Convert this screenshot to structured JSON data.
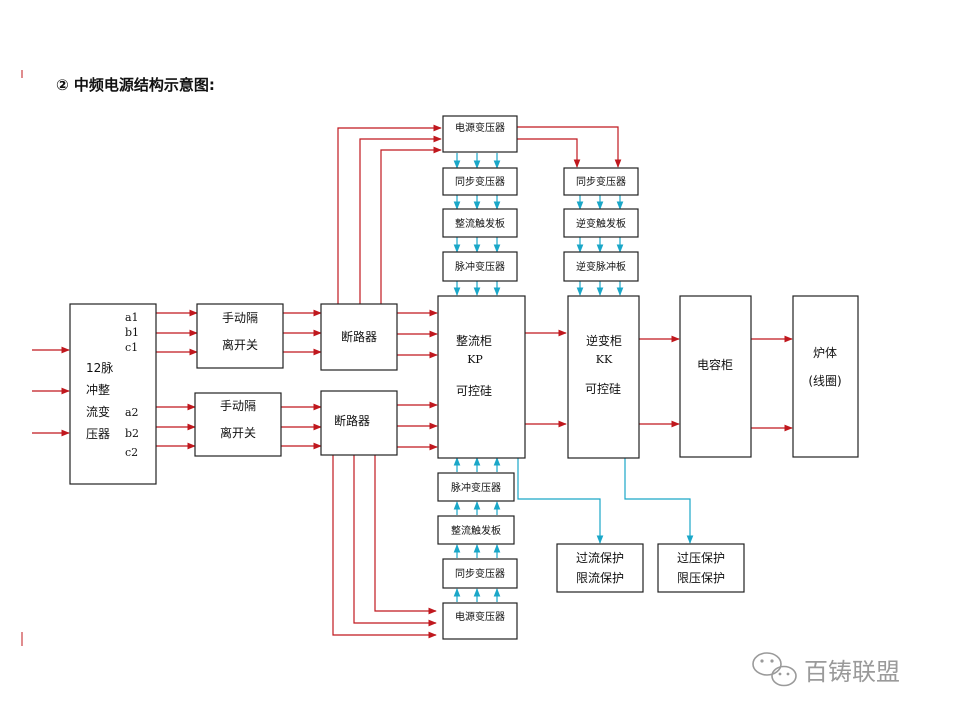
{
  "title": "② 中频电源结构示意图:",
  "colors": {
    "power_line": "#c0181e",
    "control_line": "#1aa7c8",
    "box_border": "#222222"
  },
  "transformer": {
    "label_line1": "12脉",
    "label_line2": "冲整",
    "label_line3": "流变",
    "label_line4": "压器",
    "terminals_upper": [
      "a1",
      "b1",
      "c1"
    ],
    "terminals_lower": [
      "a2",
      "b2",
      "c2"
    ]
  },
  "switch_upper": {
    "line1": "手动隔",
    "line2": "离开关"
  },
  "switch_lower": {
    "line1": "手动隔",
    "line2": "离开关"
  },
  "breaker_upper": {
    "label": "断路器"
  },
  "breaker_lower": {
    "label": "断路器"
  },
  "rectifier_top_chain": [
    "电源变压器",
    "同步变压器",
    "整流触发板",
    "脉冲变压器"
  ],
  "rectifier_bottom_chain": [
    "脉冲变压器",
    "整流触发板",
    "同步变压器",
    "电源变压器"
  ],
  "inverter_chain": [
    "同步变压器",
    "逆变触发板",
    "逆变脉冲板"
  ],
  "rectifier_cabinet": {
    "line1": "整流柜",
    "line2": "KP",
    "line3": "可控硅"
  },
  "inverter_cabinet": {
    "line1": "逆变柜",
    "line2": "KK",
    "line3": "可控硅"
  },
  "capacitor_cabinet": {
    "label": "电容柜"
  },
  "furnace": {
    "line1": "炉体",
    "line2": "(线圈)"
  },
  "protection_current": {
    "line1": "过流保护",
    "line2": "限流保护"
  },
  "protection_voltage": {
    "line1": "过压保护",
    "line2": "限压保护"
  },
  "watermark": {
    "text": "百铸联盟",
    "icon": "wechat-icon"
  }
}
